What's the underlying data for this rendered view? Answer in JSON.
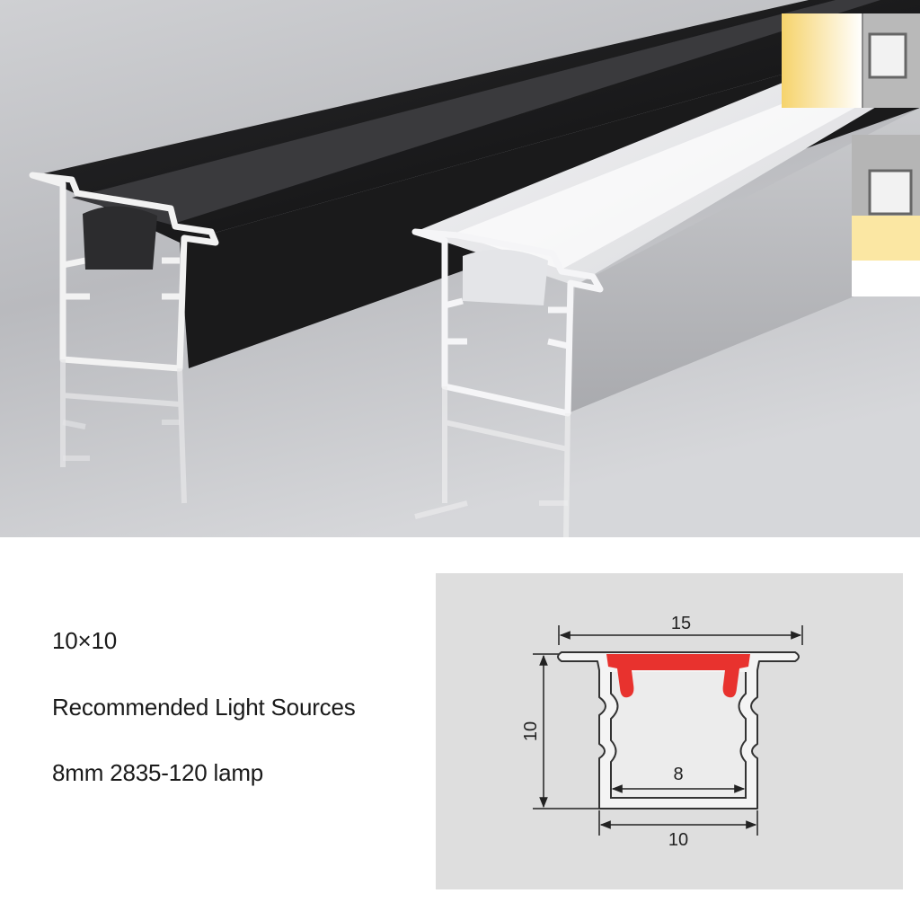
{
  "specs": {
    "size": "10×10",
    "recommended_label": "Recommended Light Sources",
    "lamp": "8mm 2835-120 lamp"
  },
  "drawing": {
    "dim_top": "15",
    "dim_side": "10",
    "dim_inner": "8",
    "dim_bottom": "10",
    "diffuser_color": "#e8322e"
  }
}
